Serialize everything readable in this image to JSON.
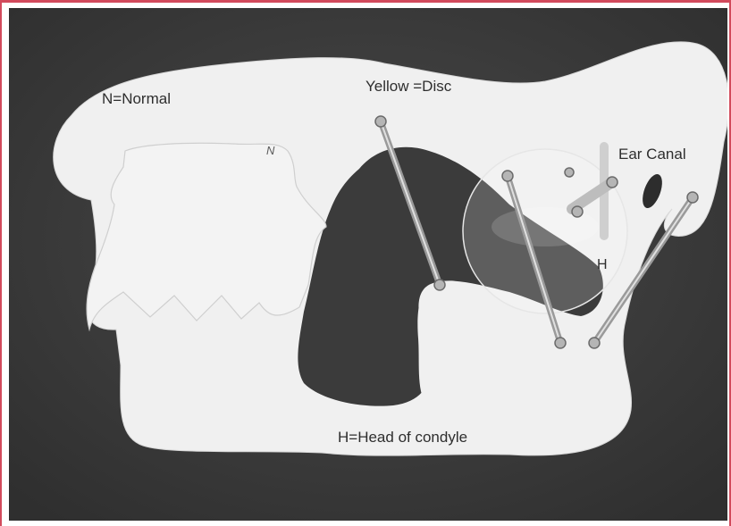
{
  "image": {
    "border_color": "#d24a5c",
    "background_color": "#404040",
    "model_color": "#f1f1f1"
  },
  "labels": {
    "normal": "N=Normal",
    "disc": "Yellow =Disc",
    "n_marker": "N",
    "ear_canal": "Ear Canal",
    "h_marker": "H",
    "head_of_condyle": "H=Head of condyle"
  }
}
